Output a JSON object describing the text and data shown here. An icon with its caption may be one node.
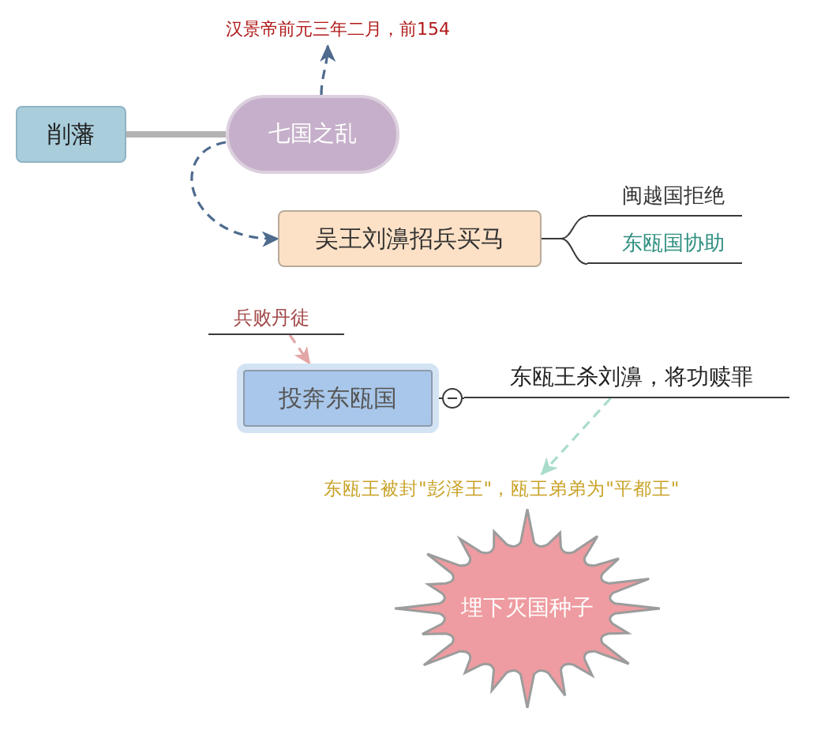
{
  "diagram": {
    "nodes": [
      {
        "text": [
          "削藩"
        ]
      },
      {
        "text": [
          "七国之乱"
        ]
      },
      {
        "text": [
          "汉景帝前元三年二月，前154"
        ]
      },
      {
        "text": [
          "吴王刘濞招兵买马"
        ]
      },
      {
        "text": [
          "闽越国拒绝"
        ]
      },
      {
        "text": [
          "东瓯国协助"
        ]
      },
      {
        "text": [
          "兵败丹徒"
        ]
      },
      {
        "text": [
          "投奔东瓯国"
        ]
      },
      {
        "text": [
          "东瓯王杀刘濞，将功赎罪"
        ]
      },
      {
        "text": [
          "东瓯王被封\"彭泽王\"，瓯王弟弟为\"平都王\""
        ]
      },
      {
        "text": [
          "埋下灭国种子"
        ]
      }
    ],
    "edges": [
      {
        "from": 0,
        "to": 1,
        "arrow": "none",
        "style": "thick",
        "color": "#b3b3b3"
      },
      {
        "from": 1,
        "to": 2,
        "arrow": "to",
        "style": "dashed",
        "color": "#4e6b8e"
      },
      {
        "from": 1,
        "to": 3,
        "arrow": "to",
        "style": "dashed",
        "color": "#4e6b8e"
      },
      {
        "from": 3,
        "to": 4,
        "arrow": "none"
      },
      {
        "from": 3,
        "to": 5,
        "arrow": "none"
      },
      {
        "from": 6,
        "to": 7,
        "arrow": "to",
        "style": "dashed",
        "color": "#e3a6a6"
      },
      {
        "from": 7,
        "to": 8,
        "arrow": "other"
      },
      {
        "from": 8,
        "to": 9,
        "arrow": "to",
        "style": "dashed",
        "color": "#a9dccb"
      }
    ]
  }
}
